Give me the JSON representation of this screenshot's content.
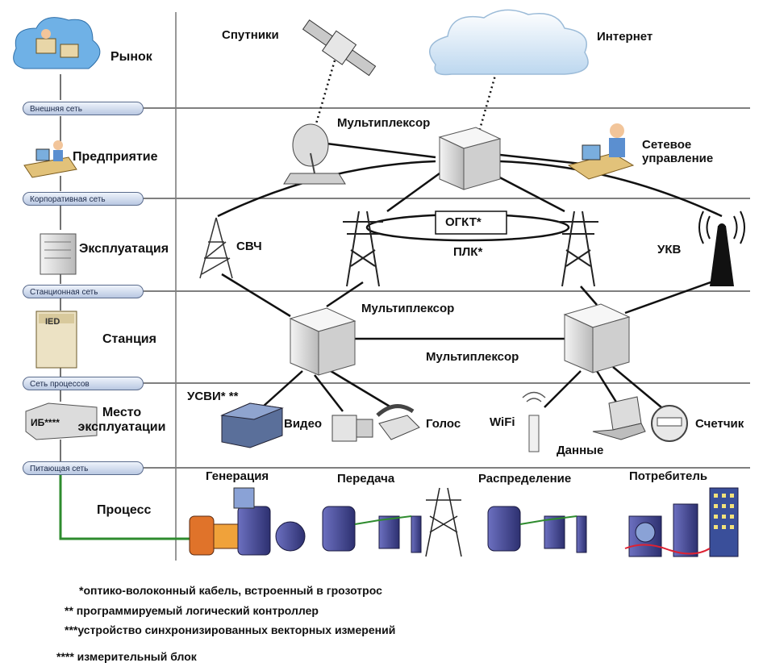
{
  "levels": {
    "market": "Рынок",
    "enterprise": "Предприятие",
    "operation": "Эксплуатация",
    "station": "Станция",
    "field_site": "Место эксплуатации",
    "process": "Процесс"
  },
  "networks": {
    "external": "Внешняя сеть",
    "corporate": "Корпоративная сеть",
    "station": "Станционная сеть",
    "process": "Сеть процессов",
    "feeder": "Питающая сеть"
  },
  "devices": {
    "ied": "IED",
    "ib": "ИБ****"
  },
  "labels": {
    "satellites": "Спутники",
    "internet": "Интернет",
    "multiplexer_top": "Мультиплексор",
    "network_mgmt": "Сетевое управление",
    "ogkt": "ОГКТ*",
    "plk": "ПЛК*",
    "svch": "СВЧ",
    "ukv": "УКВ",
    "multiplexer_left": "Мультиплексор",
    "multiplexer_right": "Мультиплексор",
    "usvi": "УСВИ* **",
    "video": "Видео",
    "voice": "Голос",
    "wifi": "WiFi",
    "data": "Данные",
    "meter": "Счетчик"
  },
  "process_stages": {
    "generation": "Генерация",
    "transmission": "Передача",
    "distribution": "Распределение",
    "consumer": "Потребитель"
  },
  "footnotes": [
    "*оптико-волоконный кабель, встроенный в грозотрос",
    "** программируемый логический контроллер",
    "***устройство синхронизированных векторных  измерений",
    "**** измерительный блок"
  ],
  "colors": {
    "line": "#111111",
    "band": "#7f7f7f",
    "pill_border": "#5a6b8c",
    "green_link": "#2e8b2e",
    "equipment_blue": "#4b4f9c"
  }
}
